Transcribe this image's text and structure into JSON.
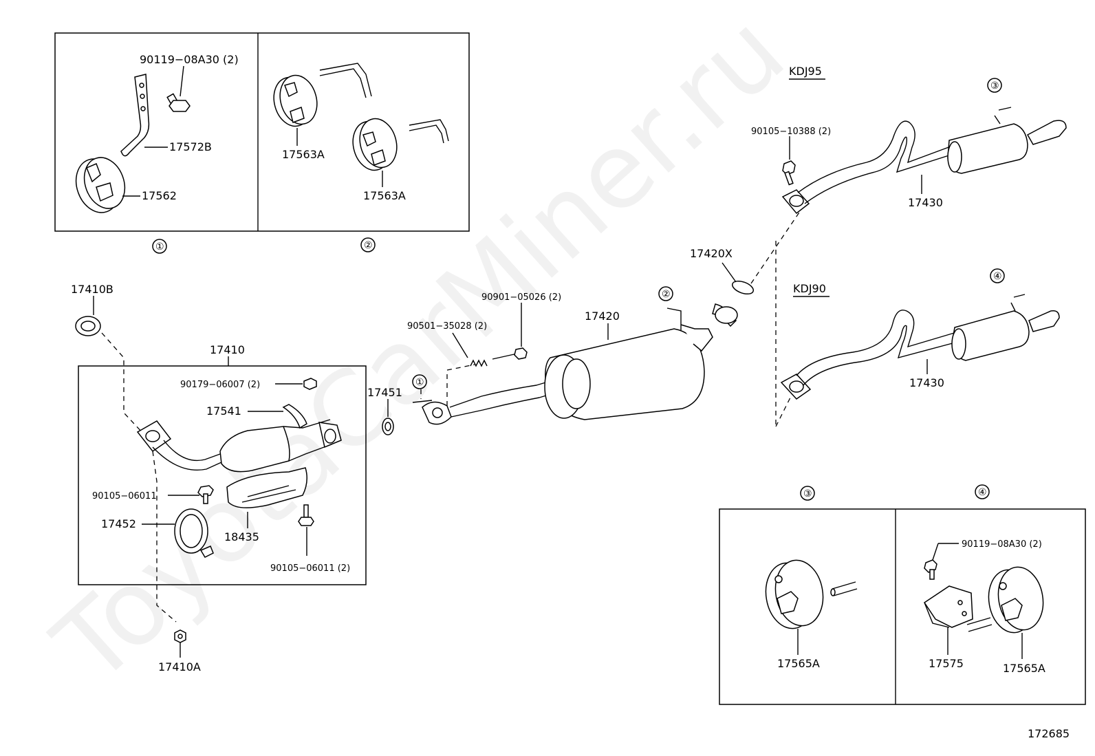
{
  "watermark": "ToyotaCarMiner.ru",
  "diagram_code": "172685",
  "groups": {
    "g1": "①",
    "g2": "②",
    "g3": "③",
    "g4": "④"
  },
  "variants": {
    "kdj95": "KDJ95",
    "kdj90": "KDJ90"
  },
  "labels": {
    "p90119_08a30_top": "90119−08A30 (2)",
    "p17572b": "17572B",
    "p17562": "17562",
    "p17563a_1": "17563A",
    "p17563a_2": "17563A",
    "p17410b": "17410B",
    "p17410": "17410",
    "p90179_06007": "90179−06007 (2)",
    "p17541": "17541",
    "p90105_06011_a": "90105−06011",
    "p17452": "17452",
    "p18435": "18435",
    "p90105_06011_b": "90105−06011 (2)",
    "p17410a": "17410A",
    "p17451": "17451",
    "p90501_35028": "90501−35028 (2)",
    "p90901_05026": "90901−05026 (2)",
    "p17420": "17420",
    "p17420x": "17420X",
    "p90105_10388": "90105−10388 (2)",
    "p17430_a": "17430",
    "p17430_b": "17430",
    "p17565a_1": "17565A",
    "p90119_08a30_bot": "90119−08A30 (2)",
    "p17575": "17575",
    "p17565a_2": "17565A"
  },
  "icons": {
    "hanger": "rubber-hanger-icon",
    "bolt": "bolt-icon",
    "nut": "nut-icon",
    "gasket": "gasket-icon",
    "muffler": "muffler-icon",
    "pipe": "exhaust-pipe-icon",
    "converter": "catalytic-converter-icon"
  }
}
